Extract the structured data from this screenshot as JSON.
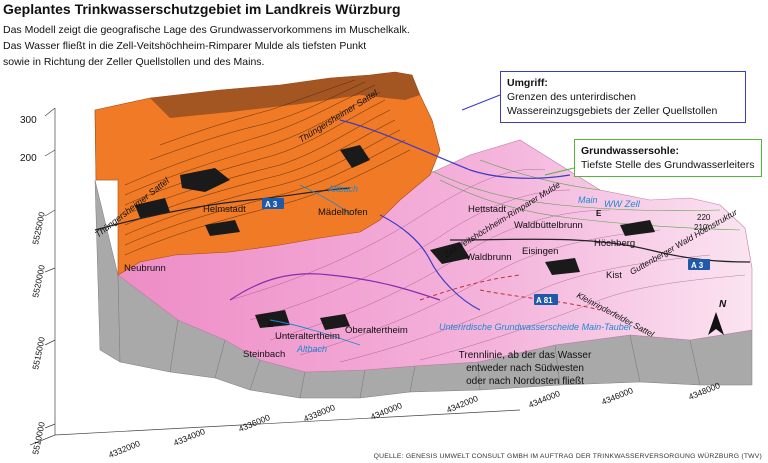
{
  "title": "Geplantes Trinkwasserschutzgebiet im Landkreis Würzburg",
  "intro": [
    "Das Modell zeigt die geografische Lage des Grundwasservorkommens im Muschelkalk.",
    "Das Wasser fließt in die Zell-Veitshöchheim-Rimparer Mulde als tiefsten Punkt",
    "sowie in Richtung der Zeller Quellstollen und des Mains."
  ],
  "callouts": {
    "umgriff_title": "Umgriff:",
    "umgriff_text": "Grenzen des unterirdischen Wassereinzugsgebiets der Zeller Quellstollen",
    "sohle_title": "Grundwassersohle:",
    "sohle_text": "Tiefste Stelle des Grundwasserleiters"
  },
  "trennlinie": "Trennlinie, ab der das Wasser entweder nach Südwesten oder nach Nordosten fließt",
  "axes": {
    "z_ticks": [
      "300",
      "200"
    ],
    "y_ticks": [
      "5525000",
      "5520000",
      "5515000",
      "5510000"
    ],
    "x_ticks": [
      "4332000",
      "4334000",
      "4336000",
      "4338000",
      "4340000",
      "4342000",
      "4344000",
      "4346000",
      "4348000"
    ]
  },
  "places": {
    "helmstadt": "Helmstadt",
    "maedelhofen": "Mädelhofen",
    "neubrunn": "Neubrunn",
    "hettstadt": "Hettstadt",
    "waldbuettelbrunn": "Waldbüttelbrunn",
    "hoechberg": "Höchberg",
    "eisingen": "Eisingen",
    "waldbrunn": "Waldbrunn",
    "kist": "Kist",
    "unteraltertheim": "Unteraltertheim",
    "oberaltertheim": "Oberaltertheim",
    "steinbach": "Steinbach",
    "ww_zell": "WW Zell"
  },
  "features": {
    "thuengersheimer_sattel_1": "Thüngersheimer Sattel",
    "thuengersheimer_sattel_2": "Thüngersheimer Sattel",
    "zell_mulde": "Zell-Veitshöchheim-Rimparer Mulde",
    "guttenberger": "Guttenberger Wald Hochstruktur",
    "kleinrinderfelder": "Kleinrinderfelder Sattel",
    "scheide": "Unterirdische Grundwasserscheide Main-Tauber",
    "altbach_1": "Altbach",
    "altbach_2": "Altbach",
    "main": "Main"
  },
  "roads": {
    "a3_west": "A 3",
    "a3_east": "A 3",
    "a81": "A 81",
    "e1": "E",
    "e2": "E"
  },
  "contours": {
    "c220": "220",
    "c210": "210"
  },
  "north": "N",
  "source": "QUELLE: GENESIS UMWELT CONSULT GMBH IM AUFTRAG DER TRINKWASSERVERSORGUNG WÜRZBURG (TWV)",
  "colors": {
    "orange": "#f07a25",
    "pink": "#f0a8d4",
    "pink_light": "#f8d2e8",
    "gray": "#a9a9a9",
    "blue_line": "#3b3bc4",
    "green_line": "#55b43a",
    "water": "#1a8ad0"
  }
}
